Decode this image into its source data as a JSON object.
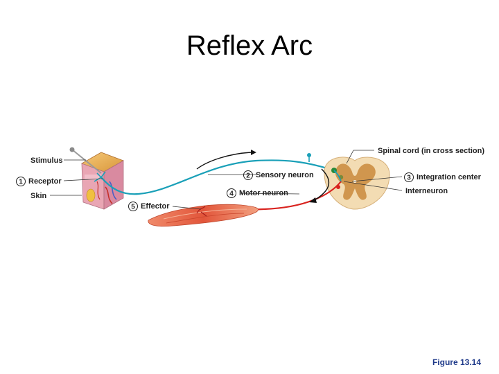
{
  "title": "Reflex Arc",
  "caption": "Figure 13.14",
  "labels": {
    "stimulus": "Stimulus",
    "receptor": "Receptor",
    "skin": "Skin",
    "effector": "Effector",
    "sensory_neuron": "Sensory neuron",
    "motor_neuron": "Motor neuron",
    "spinal_cord": "Spinal cord (in cross section)",
    "integration_center": "Integration center",
    "interneuron": "Interneuron"
  },
  "step_numbers": {
    "receptor": "1",
    "sensory_neuron": "2",
    "integration_center": "3",
    "motor_neuron": "4",
    "effector": "5"
  },
  "colors": {
    "sensory": "#1aa0b8",
    "motor": "#d9231f",
    "muscle": "#e2553a",
    "grey_matter": "#c98a3c",
    "white_matter": "#f3dcb3"
  }
}
